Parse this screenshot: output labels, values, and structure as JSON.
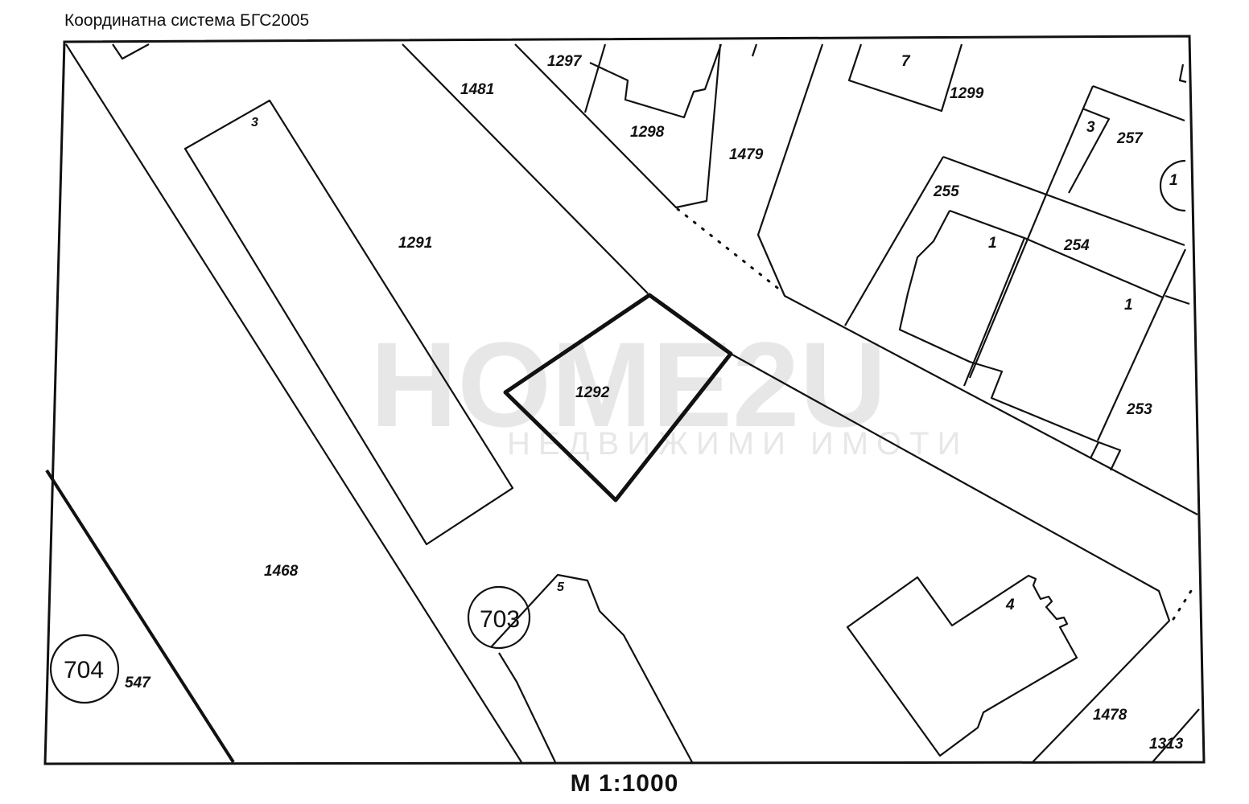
{
  "header": {
    "title": "Координатна система БГС2005"
  },
  "footer": {
    "scale": "M 1:1000"
  },
  "watermark": {
    "brand": "HOME2U",
    "subtitle": "НЕДВИЖИМИ ИМОТИ"
  },
  "highlighted_parcel": "1292",
  "labels": {
    "parcels": [
      "1481",
      "1297",
      "1298",
      "1479",
      "7",
      "1299",
      "3",
      "257",
      "1",
      "255",
      "1",
      "254",
      "1",
      "253",
      "1291",
      "1292",
      "1468",
      "3",
      "5",
      "4",
      "1478",
      "1313",
      "547"
    ],
    "circles": [
      "703",
      "704"
    ]
  }
}
